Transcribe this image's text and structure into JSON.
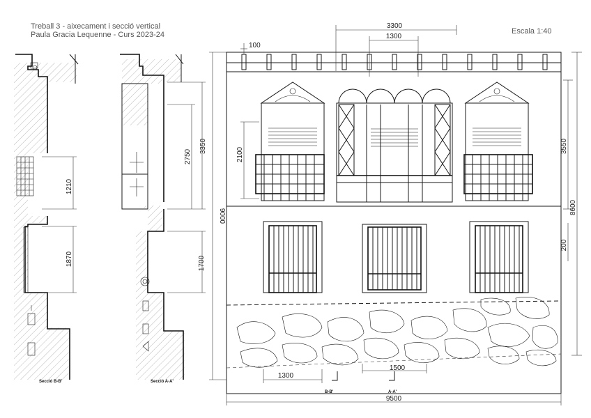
{
  "title": {
    "line1": "Treball 3 - aixecament i secció vertical",
    "line2": "Paula Gracia Lequenne - Curs 2023-24"
  },
  "scale": "Escala 1:40",
  "sections": {
    "bb_caption": "Secció B-B'",
    "aa_caption": "Secció A-A'"
  },
  "section_marks": {
    "b": "B-B'",
    "a": "A-A'"
  },
  "dimensions": {
    "d3300": "3300",
    "d1300_top": "1300",
    "d100": "100",
    "d3350": "3350",
    "d2750": "2750",
    "d1210": "1210",
    "d1870": "1870",
    "d1700": "1700",
    "d9000": "9000",
    "d2100": "2100",
    "d3550": "3550",
    "d8600": "8600",
    "d200": "200",
    "d1300_bottom": "1300",
    "d1500": "1500",
    "d9500": "9500"
  }
}
